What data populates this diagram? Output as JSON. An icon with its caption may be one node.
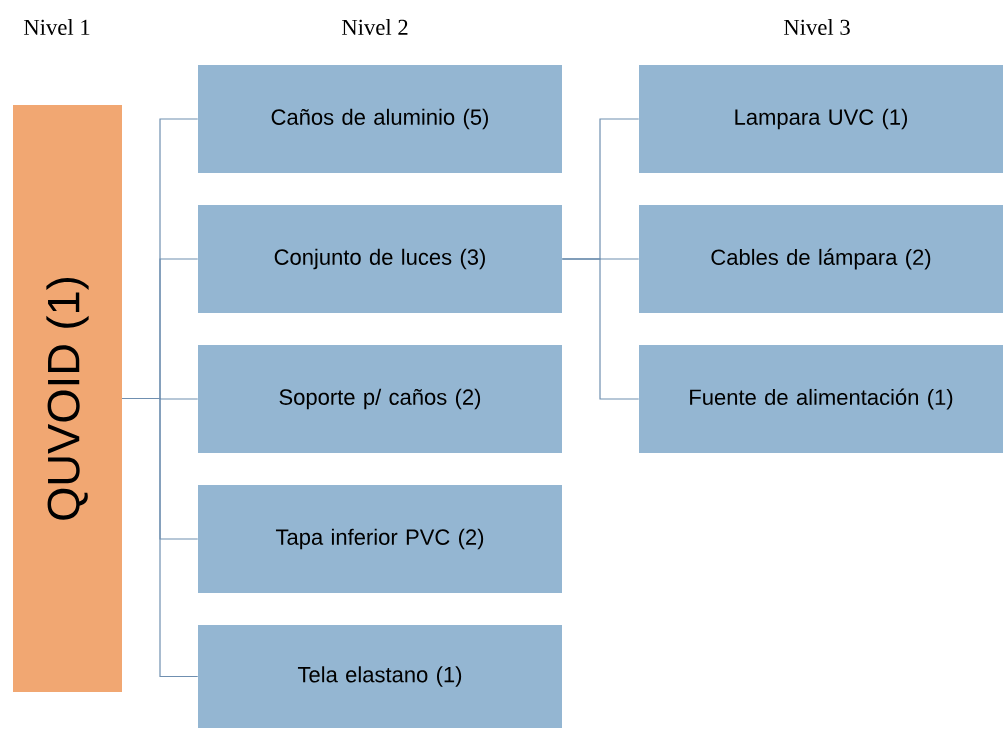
{
  "diagram": {
    "nodes": [
      {
        "text": [
          "QUVOID (1)"
        ]
      },
      {
        "text": [
          "Caños de aluminio (5)"
        ]
      },
      {
        "text": [
          "Conjunto de luces (3)"
        ]
      },
      {
        "text": [
          "Soporte p/ caños (2)"
        ]
      },
      {
        "text": [
          "Tapa inferior PVC (2)"
        ]
      },
      {
        "text": [
          "Tela elastano (1)"
        ]
      },
      {
        "text": [
          "Lampara UVC (1)"
        ]
      },
      {
        "text": [
          "Cables de lámpara (2)"
        ]
      },
      {
        "text": [
          "Fuente de alimentación (1)"
        ]
      }
    ],
    "edges": [
      {
        "from": 0,
        "to": 1,
        "arrow": "none"
      },
      {
        "from": 0,
        "to": 2,
        "arrow": "none"
      },
      {
        "from": 0,
        "to": 3,
        "arrow": "none"
      },
      {
        "from": 0,
        "to": 4,
        "arrow": "none"
      },
      {
        "from": 0,
        "to": 5,
        "arrow": "none"
      },
      {
        "from": 2,
        "to": 6,
        "arrow": "none"
      },
      {
        "from": 2,
        "to": 7,
        "arrow": "none"
      },
      {
        "from": 2,
        "to": 8,
        "arrow": "none"
      }
    ],
    "labels": [
      "Nivel 1",
      "Nivel 2",
      "Nivel 3"
    ]
  }
}
